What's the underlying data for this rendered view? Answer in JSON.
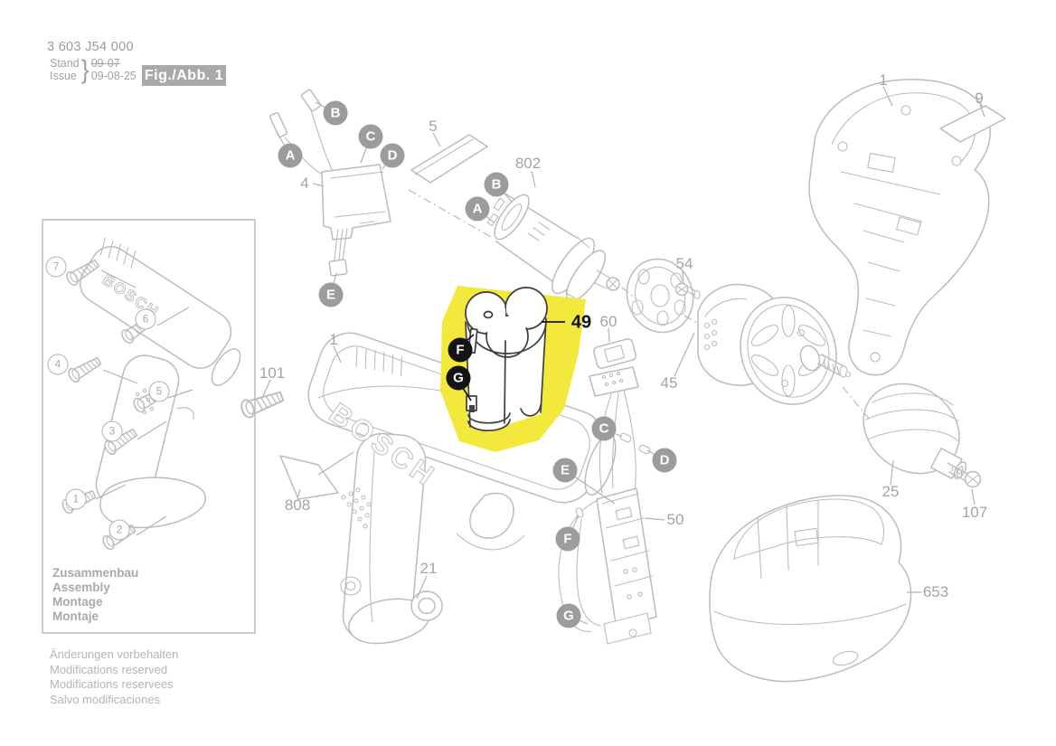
{
  "header": {
    "part_number": "3 603 J54 000",
    "stand_label": "Stand",
    "issue_label": "Issue",
    "superseded_date": "09-07",
    "issue_date": "09-08-25",
    "figure_label": "Fig./Abb. 1"
  },
  "brand": "BOSCH",
  "colors": {
    "line_art": "#bcbcbc",
    "label_text": "#a4a4a4",
    "callout_fill": "#9c9c9c",
    "callout_black": "#141414",
    "figure_box": "#a9a9a9",
    "highlight": "#f2e93c"
  },
  "highlighted_part": "49",
  "callout_letters": {
    "a": "A",
    "b": "B",
    "c": "C",
    "d": "D",
    "e": "E",
    "f": "F",
    "g": "G"
  },
  "panel": {
    "captions": [
      "Zusammenbau",
      "Assembly",
      "Montage",
      "Montaje"
    ],
    "screw_numbers": [
      "1",
      "2",
      "3",
      "4",
      "5",
      "6",
      "7"
    ]
  },
  "part_labels": {
    "housing_left": "1",
    "housing_right": "1",
    "switch_block": "4",
    "pad": "5",
    "label_sticker": "9",
    "grommet": "21",
    "chuck": "25",
    "gearbox": "45",
    "battery": "49",
    "pcb": "50",
    "fan_screw": "54",
    "button": "60",
    "housing_screw": "101",
    "chuck_screw": "107",
    "bottom_shell": "653",
    "motor": "802",
    "sticker": "808"
  },
  "footer": {
    "lines": [
      "Änderungen vorbehalten",
      "Modifications reserved",
      "Modifications reservees",
      "Salvo modificaciones"
    ]
  }
}
